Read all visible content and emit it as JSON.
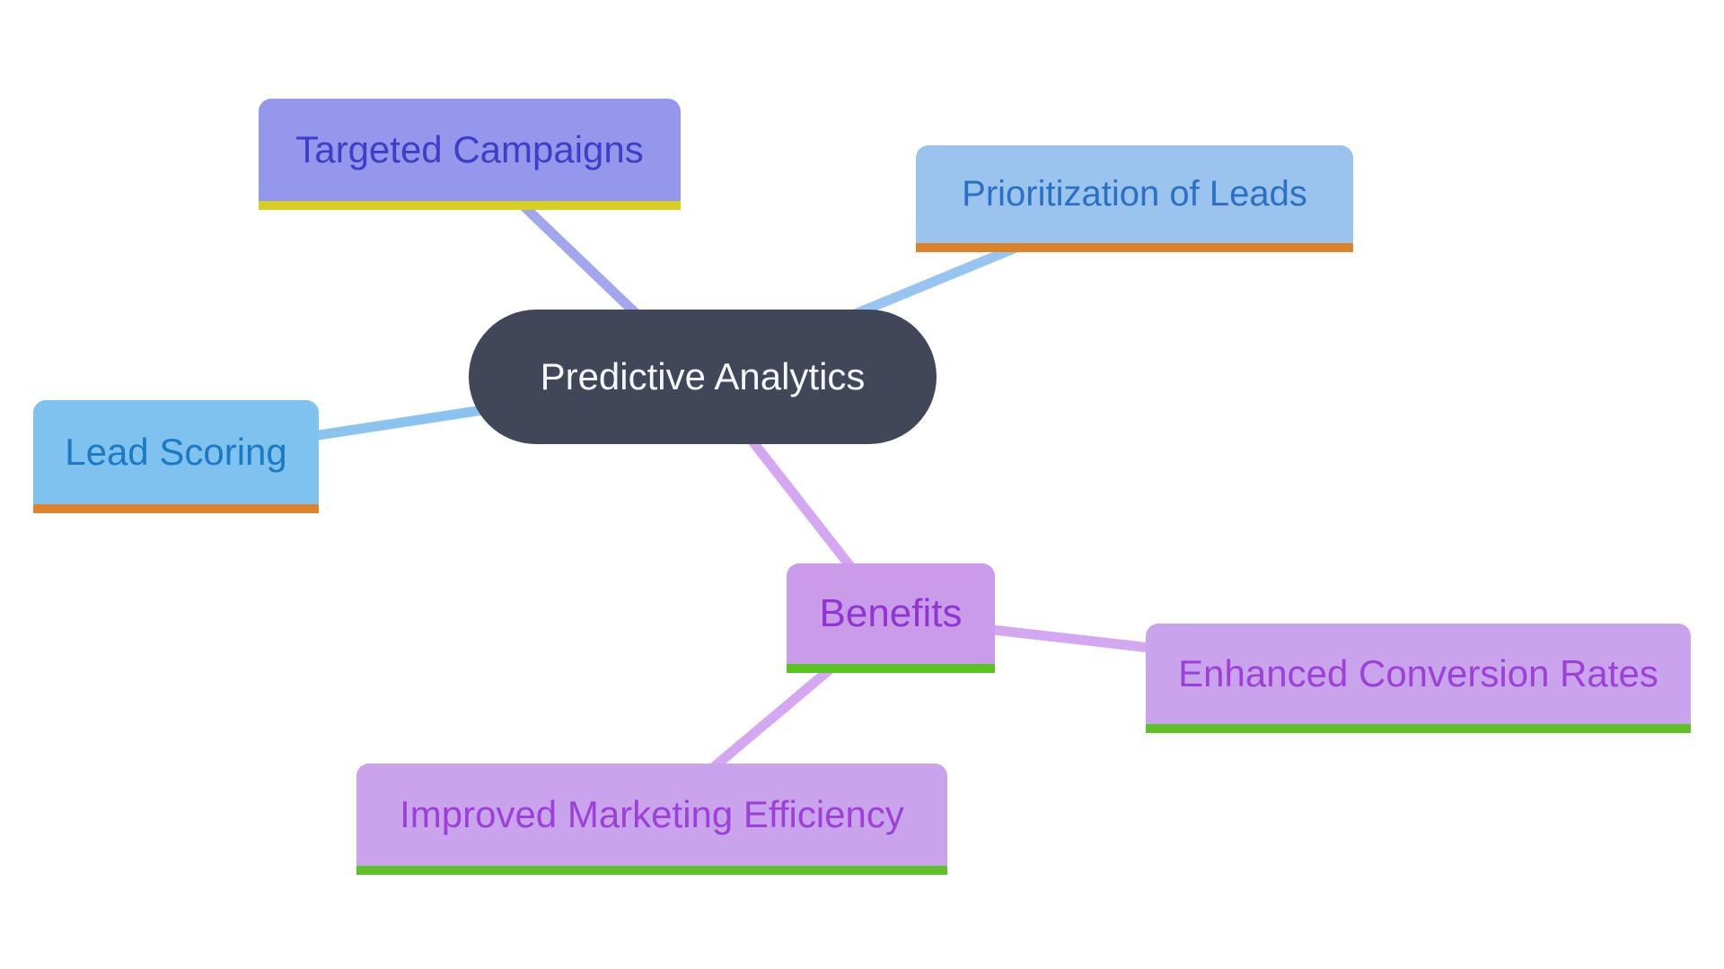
{
  "diagram": {
    "type": "mindmap",
    "central": {
      "id": "predictive-analytics",
      "label": "Predictive Analytics",
      "bg": "#414659",
      "text_color": "#f5f6f8"
    },
    "nodes": [
      {
        "id": "targeted-campaigns",
        "label": "Targeted Campaigns",
        "bg": "#9597ec",
        "text_color": "#3e3ec6",
        "underline_color": "#d6ce25"
      },
      {
        "id": "prioritization-of-leads",
        "label": "Prioritization of Leads",
        "bg": "#9ac3ed",
        "text_color": "#2b70c4",
        "underline_color": "#dc8229"
      },
      {
        "id": "lead-scoring",
        "label": "Lead Scoring",
        "bg": "#7fc1ef",
        "text_color": "#1b7ac4",
        "underline_color": "#e0812c"
      },
      {
        "id": "benefits",
        "label": "Benefits",
        "bg": "#c99be9",
        "text_color": "#9134d4",
        "underline_color": "#58c321"
      },
      {
        "id": "enhanced-conversion-rates",
        "label": "Enhanced Conversion Rates",
        "bg": "#caa3ed",
        "text_color": "#9d40d8",
        "underline_color": "#5ec226"
      },
      {
        "id": "improved-marketing-efficiency",
        "label": "Improved Marketing Efficiency",
        "bg": "#caa3ed",
        "text_color": "#9d40d8",
        "underline_color": "#5ec226"
      }
    ],
    "edges": [
      {
        "from": "predictive-analytics",
        "to": "targeted-campaigns",
        "color": "#a2a6ef"
      },
      {
        "from": "predictive-analytics",
        "to": "prioritization-of-leads",
        "color": "#97c4f0"
      },
      {
        "from": "predictive-analytics",
        "to": "lead-scoring",
        "color": "#8ac2f0"
      },
      {
        "from": "predictive-analytics",
        "to": "benefits",
        "color": "#d4a7f2"
      },
      {
        "from": "benefits",
        "to": "enhanced-conversion-rates",
        "color": "#d4a7f2"
      },
      {
        "from": "benefits",
        "to": "improved-marketing-efficiency",
        "color": "#d4a7f2"
      }
    ],
    "background_color": "#ffffff"
  }
}
